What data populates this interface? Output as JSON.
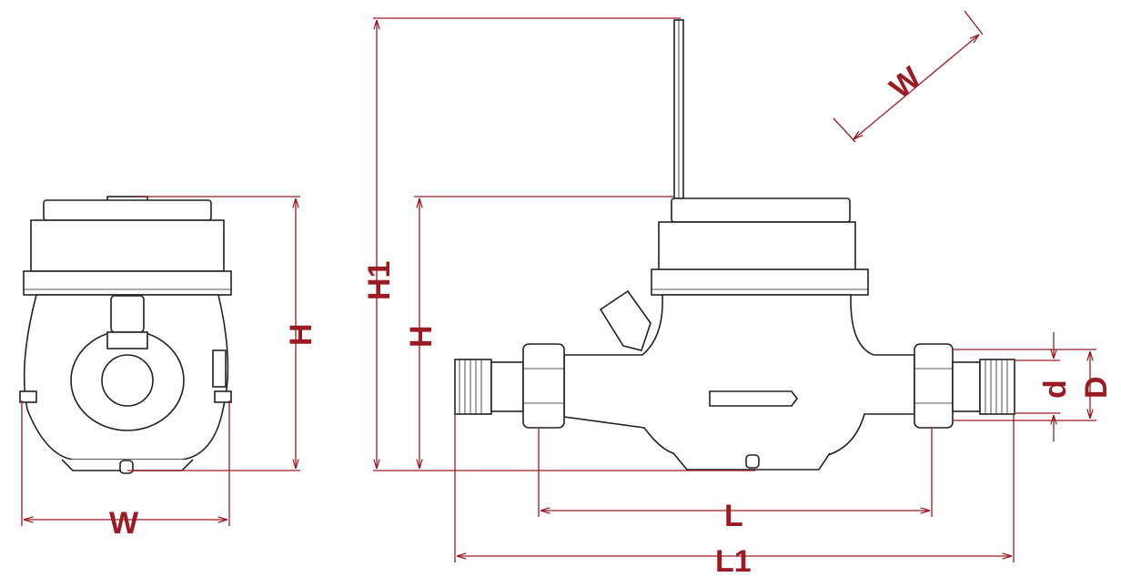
{
  "colors": {
    "dimension": "#9b1b24",
    "outline": "#222222"
  },
  "side_view": {
    "width_label": "W",
    "height_label": "H"
  },
  "front_view": {
    "total_height_label": "H1",
    "height_label": "H",
    "width_label": "W",
    "inner_diameter_label": "d",
    "outer_diameter_label": "D",
    "length_label": "L",
    "total_length_label": "L1"
  }
}
